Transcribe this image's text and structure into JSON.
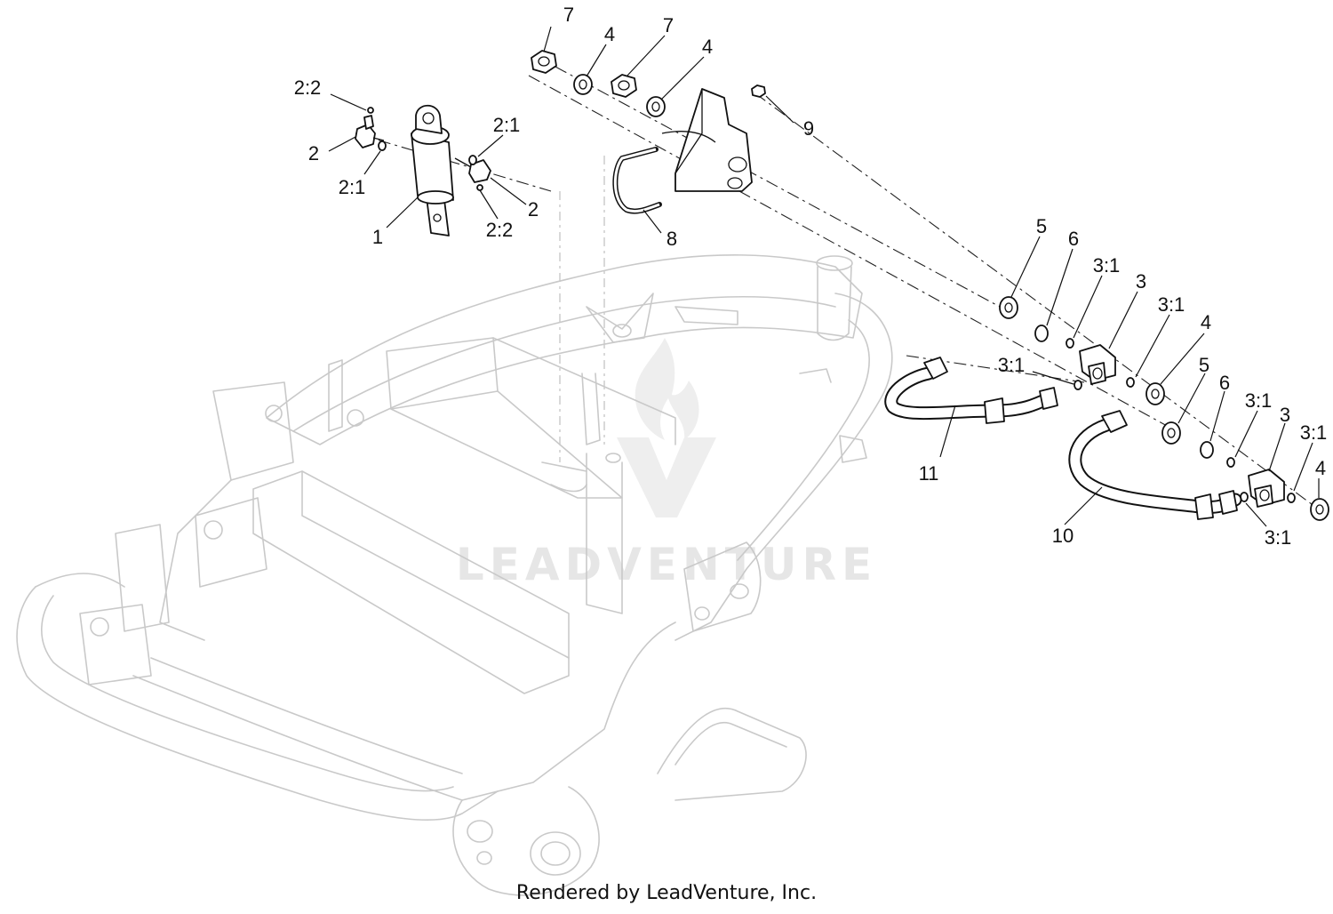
{
  "watermark": {
    "text": "LEADVENTURE"
  },
  "footer": {
    "credit": "Rendered by LeadVenture, Inc."
  },
  "callouts": [
    {
      "id": "c-7a",
      "label": "7"
    },
    {
      "id": "c-4a",
      "label": "4"
    },
    {
      "id": "c-7b",
      "label": "7"
    },
    {
      "id": "c-4b",
      "label": "4"
    },
    {
      "id": "c-9",
      "label": "9"
    },
    {
      "id": "c-22a",
      "label": "2:2"
    },
    {
      "id": "c-2a",
      "label": "2"
    },
    {
      "id": "c-21a",
      "label": "2:1"
    },
    {
      "id": "c-21b",
      "label": "2:1"
    },
    {
      "id": "c-2b",
      "label": "2"
    },
    {
      "id": "c-22b",
      "label": "2:2"
    },
    {
      "id": "c-1",
      "label": "1"
    },
    {
      "id": "c-8",
      "label": "8"
    },
    {
      "id": "c-5a",
      "label": "5"
    },
    {
      "id": "c-6a",
      "label": "6"
    },
    {
      "id": "c-31a",
      "label": "3:1"
    },
    {
      "id": "c-3a",
      "label": "3"
    },
    {
      "id": "c-31b",
      "label": "3:1"
    },
    {
      "id": "c-4c",
      "label": "4"
    },
    {
      "id": "c-31c",
      "label": "3:1"
    },
    {
      "id": "c-5b",
      "label": "5"
    },
    {
      "id": "c-6b",
      "label": "6"
    },
    {
      "id": "c-31d",
      "label": "3:1"
    },
    {
      "id": "c-3b",
      "label": "3"
    },
    {
      "id": "c-31e",
      "label": "3:1"
    },
    {
      "id": "c-4d",
      "label": "4"
    },
    {
      "id": "c-11",
      "label": "11"
    },
    {
      "id": "c-10",
      "label": "10"
    },
    {
      "id": "c-31f",
      "label": "3:1"
    }
  ]
}
